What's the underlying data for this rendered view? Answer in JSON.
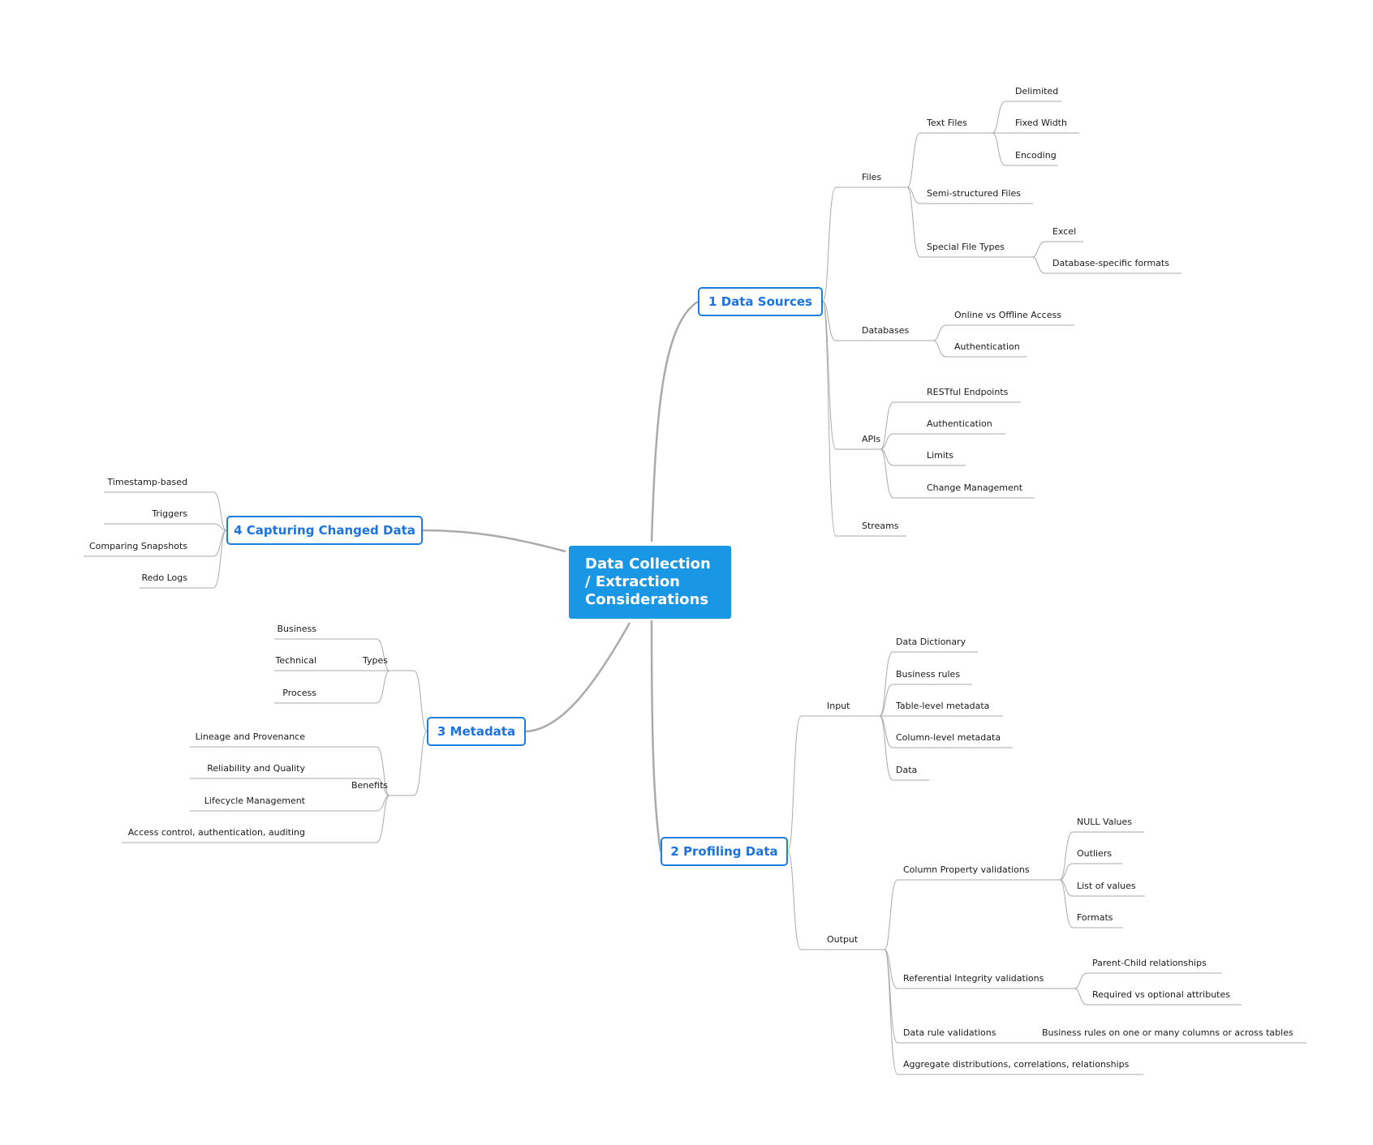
{
  "central": {
    "title_lines": [
      "Data Collection",
      "/ Extraction",
      "Considerations"
    ]
  },
  "branches": {
    "data_sources": {
      "label": "1 Data Sources",
      "files": {
        "label": "Files",
        "text_files": {
          "label": "Text Files",
          "items": [
            "Delimited",
            "Fixed Width",
            "Encoding"
          ]
        },
        "semi_structured": "Semi-structured Files",
        "special": {
          "label": "Special File Types",
          "items": [
            "Excel",
            "Database-specific formats"
          ]
        }
      },
      "databases": {
        "label": "Databases",
        "items": [
          "Online vs Offline Access",
          "Authentication"
        ]
      },
      "apis": {
        "label": "APIs",
        "items": [
          "RESTful Endpoints",
          "Authentication",
          "Limits",
          "Change Management"
        ]
      },
      "streams": "Streams"
    },
    "profiling": {
      "label": "2 Profiling Data",
      "input": {
        "label": "Input",
        "items": [
          "Data Dictionary",
          "Business rules",
          "Table-level metadata",
          "Column-level metadata",
          "Data"
        ]
      },
      "output": {
        "label": "Output",
        "column_property": {
          "label": "Column Property validations",
          "items": [
            "NULL Values",
            "Outliers",
            "List of values",
            "Formats"
          ]
        },
        "referential": {
          "label": "Referential Integrity validations",
          "items": [
            "Parent-Child relationships",
            "Required vs optional attributes"
          ]
        },
        "data_rule": {
          "label": "Data rule validations",
          "items": [
            "Business rules on one or many columns or across tables"
          ]
        },
        "aggregate": "Aggregate distributions, correlations, relationships"
      }
    },
    "metadata": {
      "label": "3 Metadata",
      "types": {
        "label": "Types",
        "items": [
          "Business",
          "Technical",
          "Process"
        ]
      },
      "benefits": {
        "label": "Benefits",
        "items": [
          "Lineage and Provenance",
          "Reliability and Quality",
          "Lifecycle Management",
          "Access control, authentication, auditing"
        ]
      }
    },
    "capturing": {
      "label": "4 Capturing Changed Data",
      "items": [
        "Timestamp-based",
        "Triggers",
        "Comparing Snapshots",
        "Redo Logs"
      ]
    }
  },
  "colors": {
    "central_fill": "#1a97e4",
    "main_border": "#1a7ee0",
    "main_text": "#1a73e0",
    "line": "#aaaaaa"
  }
}
